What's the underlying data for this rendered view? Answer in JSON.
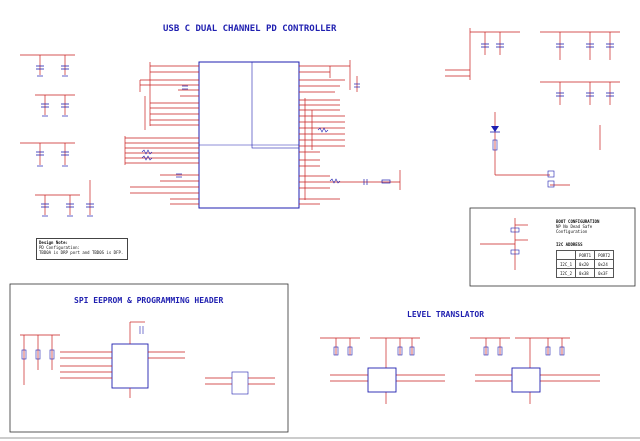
{
  "titles": {
    "main": "USB C DUAL CHANNEL PD CONTROLLER",
    "spi": "SPI EEPROM & PROGRAMMING HEADER",
    "level": "LEVEL TRANSLATOR"
  },
  "design_note": {
    "title": "Design Note:",
    "lines": [
      "PD Configuration:",
      "TBD0A is DRP port and TBD0S is DFP."
    ]
  },
  "boot": {
    "title": "BOOT CONFIGURATION",
    "lines": [
      "NP No Dead Safe",
      "Configuration"
    ]
  },
  "i2c": {
    "title": "I2C ADDRESS",
    "headers": [
      "",
      "PORT1",
      "PORT2"
    ],
    "rows": [
      [
        "I2C_1",
        "0x20",
        "0x24"
      ],
      [
        "I2C_2",
        "0x38",
        "0x3F"
      ]
    ]
  },
  "colors": {
    "wire": "#c81e1e",
    "part": "#1f1fb0",
    "frame": "#303030",
    "label": "#c81e1e"
  }
}
